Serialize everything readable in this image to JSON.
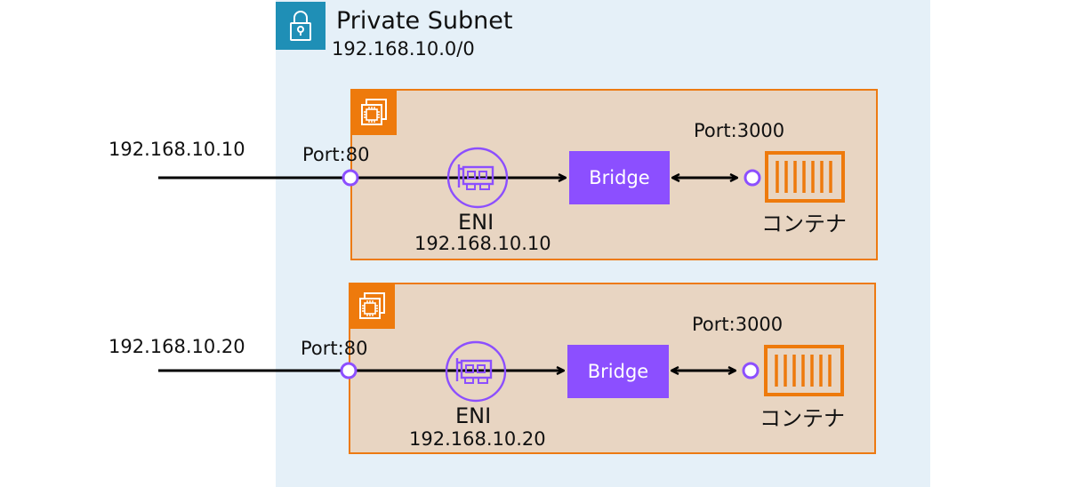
{
  "subnet": {
    "title": "Private Subnet",
    "cidr": "192.168.10.0/0"
  },
  "instances": [
    {
      "ip_external": "192.168.10.10",
      "host_port": "Port:80",
      "eni_label": "ENI",
      "eni_ip": "192.168.10.10",
      "bridge_label": "Bridge",
      "container_port": "Port:3000",
      "container_label": "コンテナ"
    },
    {
      "ip_external": "192.168.10.20",
      "host_port": "Port:80",
      "eni_label": "ENI",
      "eni_ip": "192.168.10.20",
      "bridge_label": "Bridge",
      "container_port": "Port:3000",
      "container_label": "コンテナ"
    }
  ],
  "icons": {
    "subnet": "lock-icon",
    "instance": "ec2-instance-icon",
    "eni": "network-card-icon",
    "container": "container-icon"
  },
  "colors": {
    "subnet_bg": "#e5f0f8",
    "subnet_icon": "#1f8fb6",
    "instance_bg": "#e8d5c2",
    "instance_border": "#ed7a12",
    "accent_orange": "#ee7a0c",
    "accent_purple": "#8c4fff"
  }
}
